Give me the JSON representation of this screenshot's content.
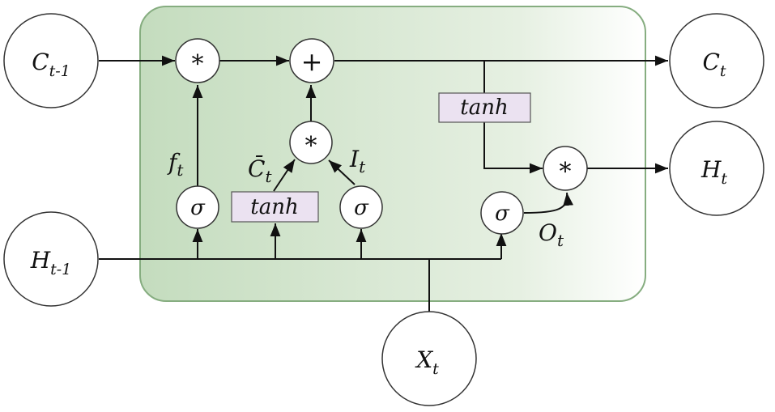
{
  "diagram": {
    "colors": {
      "cell_fill_left": "#c4dcbe",
      "cell_fill_right": "#ffffff",
      "cell_border": "#86ad80",
      "tanh_fill": "#ebe2f1"
    },
    "external_nodes": {
      "c_prev": {
        "base": "C",
        "sub": "t-1"
      },
      "h_prev": {
        "base": "H",
        "sub": "t-1"
      },
      "x_t": {
        "base": "X",
        "sub": "t"
      },
      "c_t": {
        "base": "C",
        "sub": "t"
      },
      "h_t": {
        "base": "H",
        "sub": "t"
      }
    },
    "operators": {
      "multiply": "*",
      "add": "+"
    },
    "gates": {
      "sigma": "σ",
      "tanh": "tanh"
    },
    "labels": {
      "forget": {
        "base": "f",
        "sub": "t"
      },
      "candidate": {
        "base": "C̄",
        "sub": "t"
      },
      "input": {
        "base": "I",
        "sub": "t"
      },
      "output": {
        "base": "O",
        "sub": "t"
      }
    }
  }
}
